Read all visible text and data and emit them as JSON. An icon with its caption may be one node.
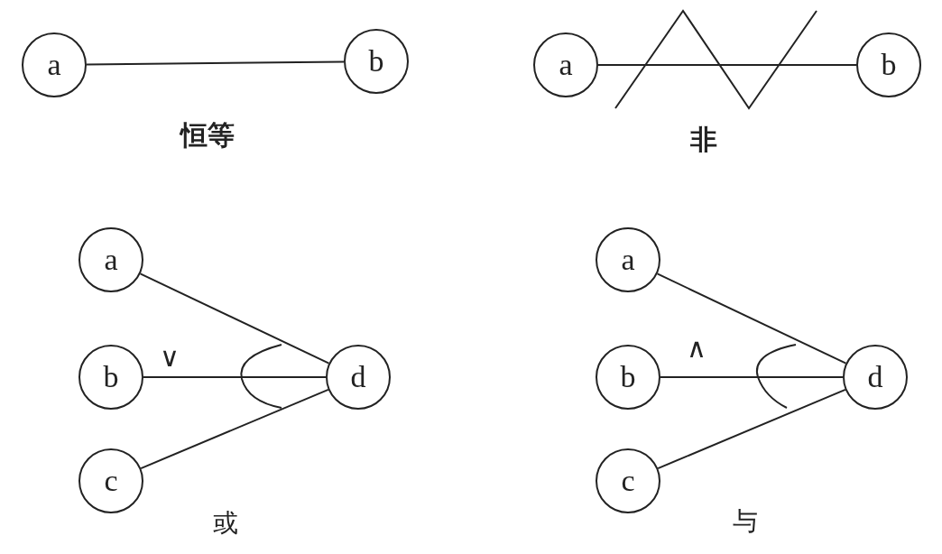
{
  "diagram": {
    "nodes": [
      {
        "text": [
          "a"
        ]
      },
      {
        "text": [
          "b"
        ]
      },
      {
        "text": [
          "a"
        ]
      },
      {
        "text": [
          "b"
        ]
      },
      {
        "text": [
          "a"
        ]
      },
      {
        "text": [
          "b"
        ]
      },
      {
        "text": [
          "c"
        ]
      },
      {
        "text": [
          "d"
        ]
      },
      {
        "text": [
          "a"
        ]
      },
      {
        "text": [
          "b"
        ]
      },
      {
        "text": [
          "c"
        ]
      },
      {
        "text": [
          "d"
        ]
      }
    ],
    "edges": [
      {
        "from": 0,
        "to": 1,
        "arrow": "none"
      },
      {
        "from": 2,
        "to": 3,
        "arrow": "none"
      },
      {
        "from": 4,
        "to": 7,
        "arrow": "none"
      },
      {
        "from": 5,
        "to": 7,
        "arrow": "none"
      },
      {
        "from": 6,
        "to": 7,
        "arrow": "none"
      },
      {
        "from": 8,
        "to": 11,
        "arrow": "none"
      },
      {
        "from": 9,
        "to": 11,
        "arrow": "none"
      },
      {
        "from": 10,
        "to": 11,
        "arrow": "none"
      }
    ],
    "labels": [
      "恒等",
      "非",
      "∨",
      "∧",
      "或",
      "与"
    ]
  }
}
